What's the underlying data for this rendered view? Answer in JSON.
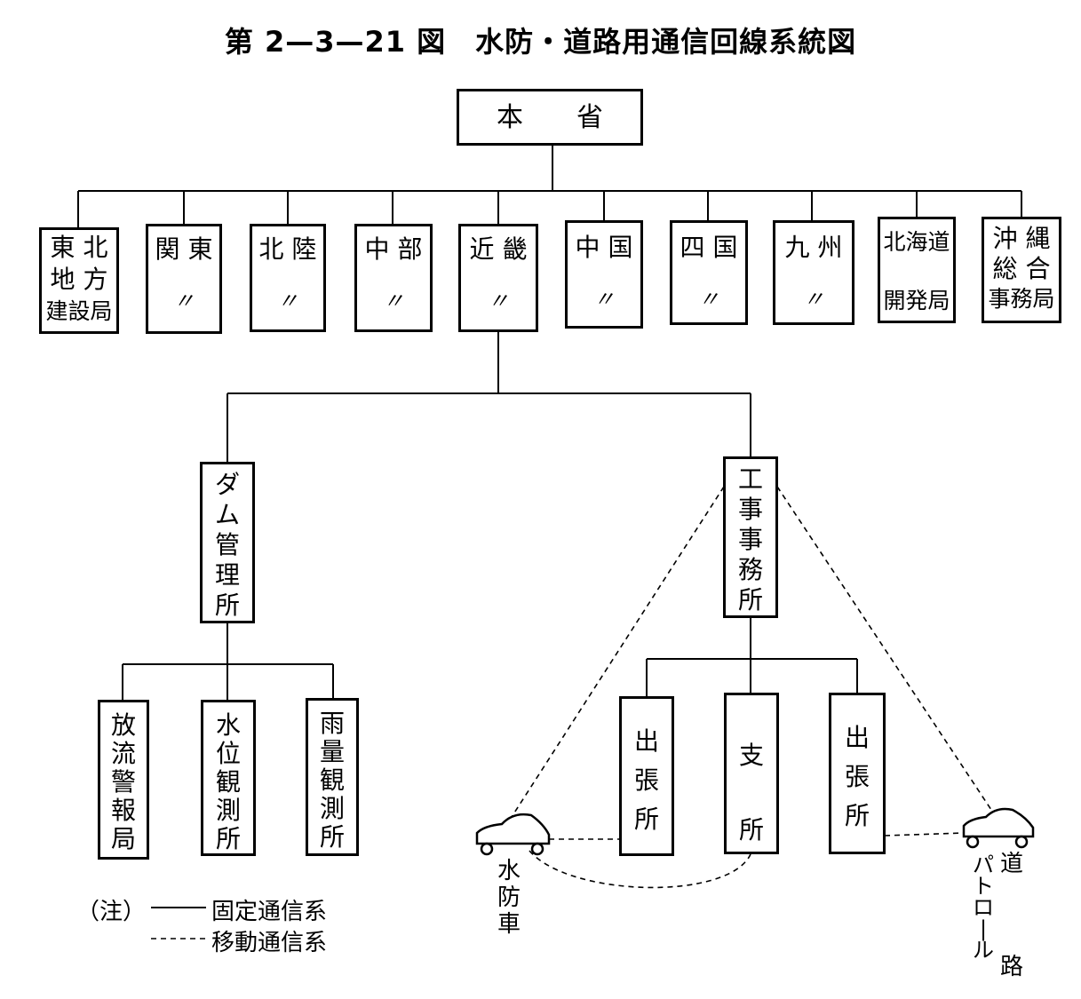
{
  "title": "第 2—3—21 図　水防・道路用通信回線系統図",
  "honsho": "本　　省",
  "regions": [
    {
      "l1": "東 北",
      "l2": "地 方",
      "l3": "建設局"
    },
    {
      "l1": "関 東",
      "l2": "〃",
      "l3": ""
    },
    {
      "l1": "北 陸",
      "l2": "〃",
      "l3": ""
    },
    {
      "l1": "中 部",
      "l2": "〃",
      "l3": ""
    },
    {
      "l1": "近 畿",
      "l2": "〃",
      "l3": ""
    },
    {
      "l1": "中 国",
      "l2": "〃",
      "l3": ""
    },
    {
      "l1": "四 国",
      "l2": "〃",
      "l3": ""
    },
    {
      "l1": "九 州",
      "l2": "〃",
      "l3": ""
    },
    {
      "l1": "北海道",
      "l2": "",
      "l3": "開発局"
    },
    {
      "l1": "沖 縄",
      "l2": "総 合",
      "l3": "事務局"
    }
  ],
  "dam": "ダ\nム\n管\n理\n所",
  "koji": "工\n事\n事\n務\n所",
  "dam_children": [
    "放\n流\n警\n報\n局",
    "水\n位\n観\n測\n所",
    "雨\n量\n観\n測\n所"
  ],
  "koji_children": [
    "出\n張\n所",
    "支\n所",
    "出\n張\n所"
  ],
  "car_left_label": "水\n防\n車",
  "car_right_label_a": "道",
  "car_right_label_b": "パ\nト\nロ\n|\nル",
  "car_right_label_c": "路",
  "legend_note": "（注）",
  "legend_fixed": "固定通信系",
  "legend_mobile": "移動通信系"
}
